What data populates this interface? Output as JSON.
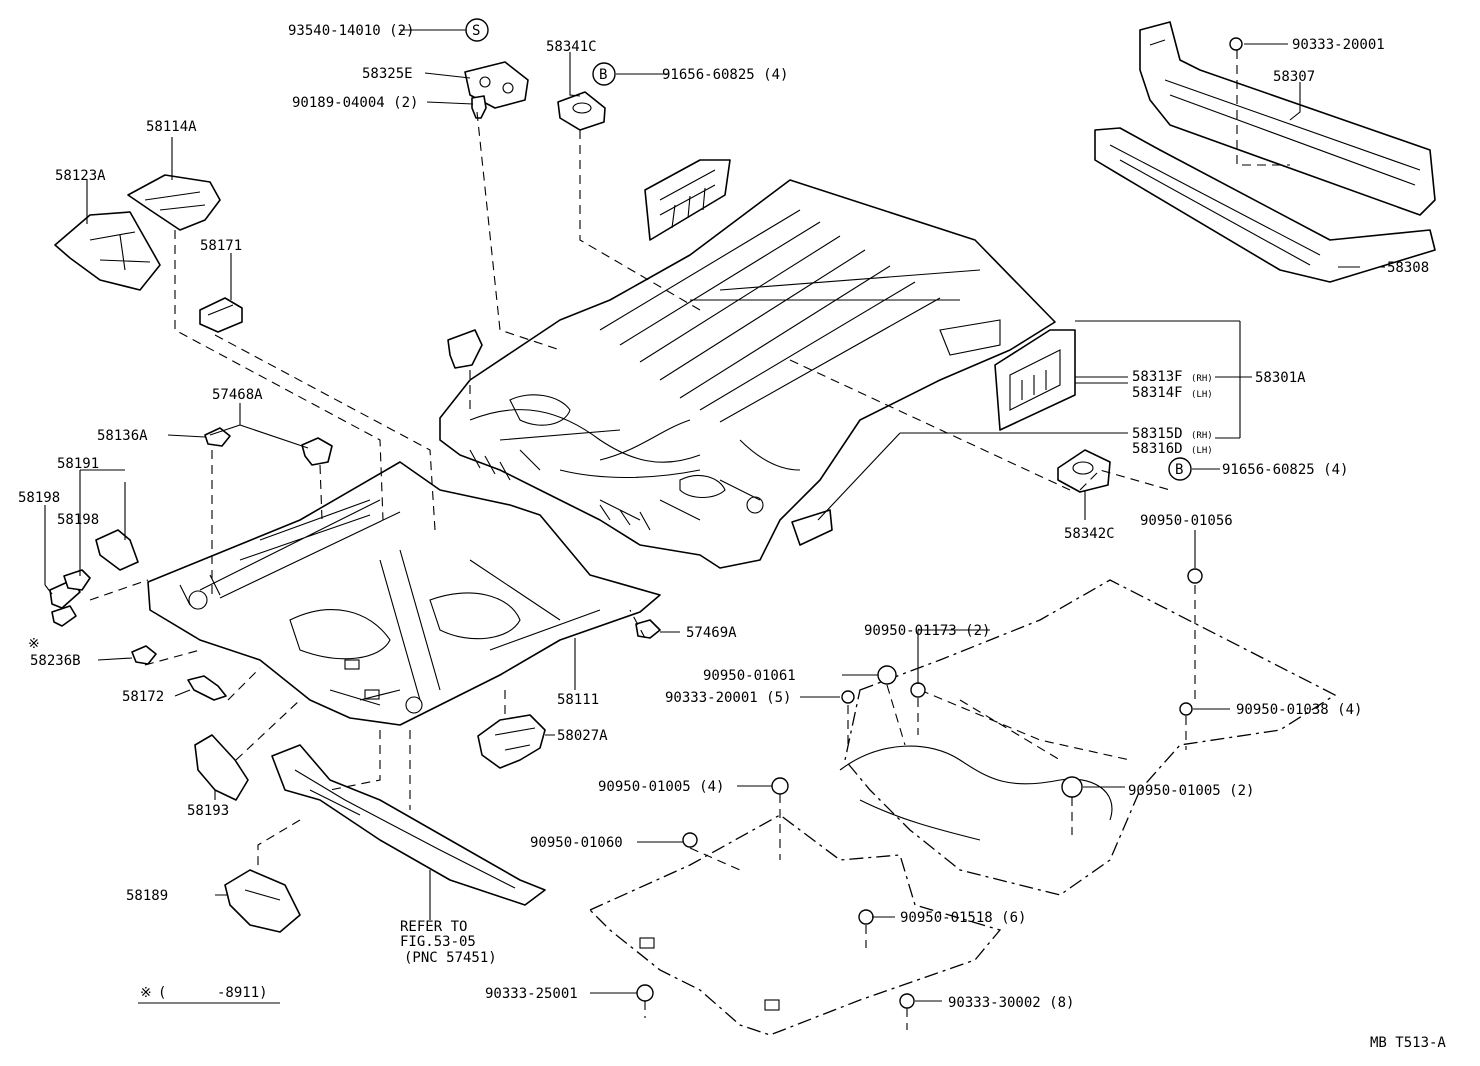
{
  "figure_id": "MB T513-A",
  "footnote": {
    "mark": "※",
    "text": "(      -8911)"
  },
  "reference": {
    "line1": "REFER TO",
    "line2": "FIG.53-05",
    "line3": "(PNC 57451)"
  },
  "markers": {
    "S": "S",
    "B": "B"
  },
  "labels": {
    "p93540": "93540-14010 (2)",
    "p58325E": "58325E",
    "p90189": "90189-04004 (2)",
    "p58341C": "58341C",
    "p91656a": "91656-60825 (4)",
    "p90333_20001": "90333-20001",
    "p58307": "58307",
    "p58308": "58308",
    "p58114A": "58114A",
    "p58123A": "58123A",
    "p58171": "58171",
    "p58313F": "58313F",
    "p58314F": "58314F",
    "p58301A": "58301A",
    "p58315D": "58315D",
    "p58316D": "58316D",
    "p91656b": "91656-60825 (4)",
    "p58342C": "58342C",
    "p90950_01056": "90950-01056",
    "p57468A": "57468A",
    "p58136A": "58136A",
    "p58191": "58191",
    "p58198a": "58198",
    "p58198b": "58198",
    "p58236B": "58236B",
    "p58172": "58172",
    "p57469A": "57469A",
    "p58111": "58111",
    "p58027A": "58027A",
    "p58193": "58193",
    "p58189": "58189",
    "p90950_01173": "90950-01173 (2)",
    "p90950_01061": "90950-01061",
    "p90333_20001_5": "90333-20001 (5)",
    "p90950_01038": "90950-01038 (4)",
    "p90950_01005_4": "90950-01005 (4)",
    "p90950_01005_2": "90950-01005 (2)",
    "p90950_01060": "90950-01060",
    "p90950_01518": "90950-01518 (6)",
    "p90333_25001": "90333-25001",
    "p90333_30002": "90333-30002 (8)"
  },
  "side_tags": {
    "rh": "(RH)",
    "lh": "(LH)"
  }
}
